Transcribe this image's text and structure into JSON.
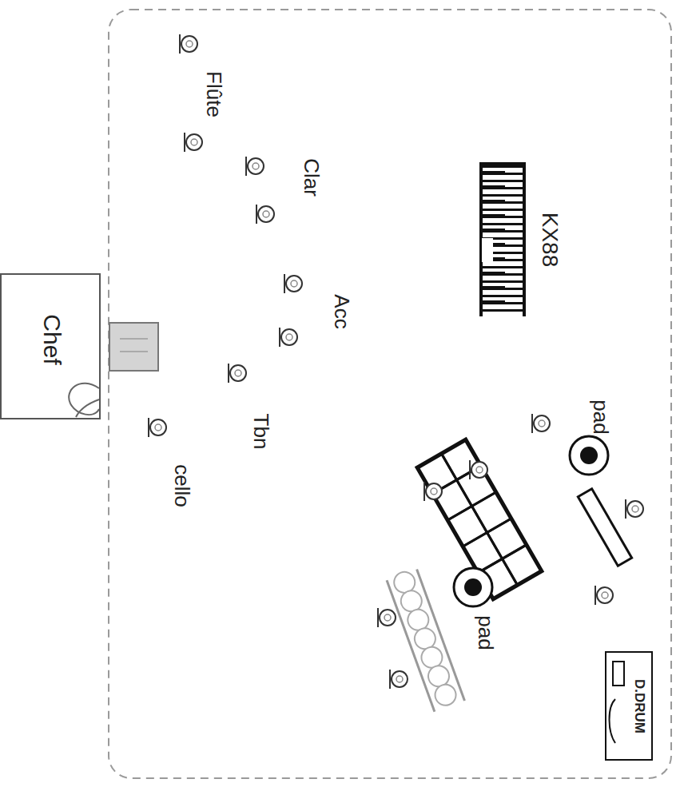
{
  "diagram": {
    "nodes": [
      {
        "text": [
          "Chef"
        ]
      },
      {
        "text": [
          "D.DRUM"
        ]
      }
    ],
    "labels": [
      "Flûte",
      "Clar",
      "KX88",
      "Acc",
      "pad",
      "Tbn",
      "cello",
      "pad"
    ]
  }
}
